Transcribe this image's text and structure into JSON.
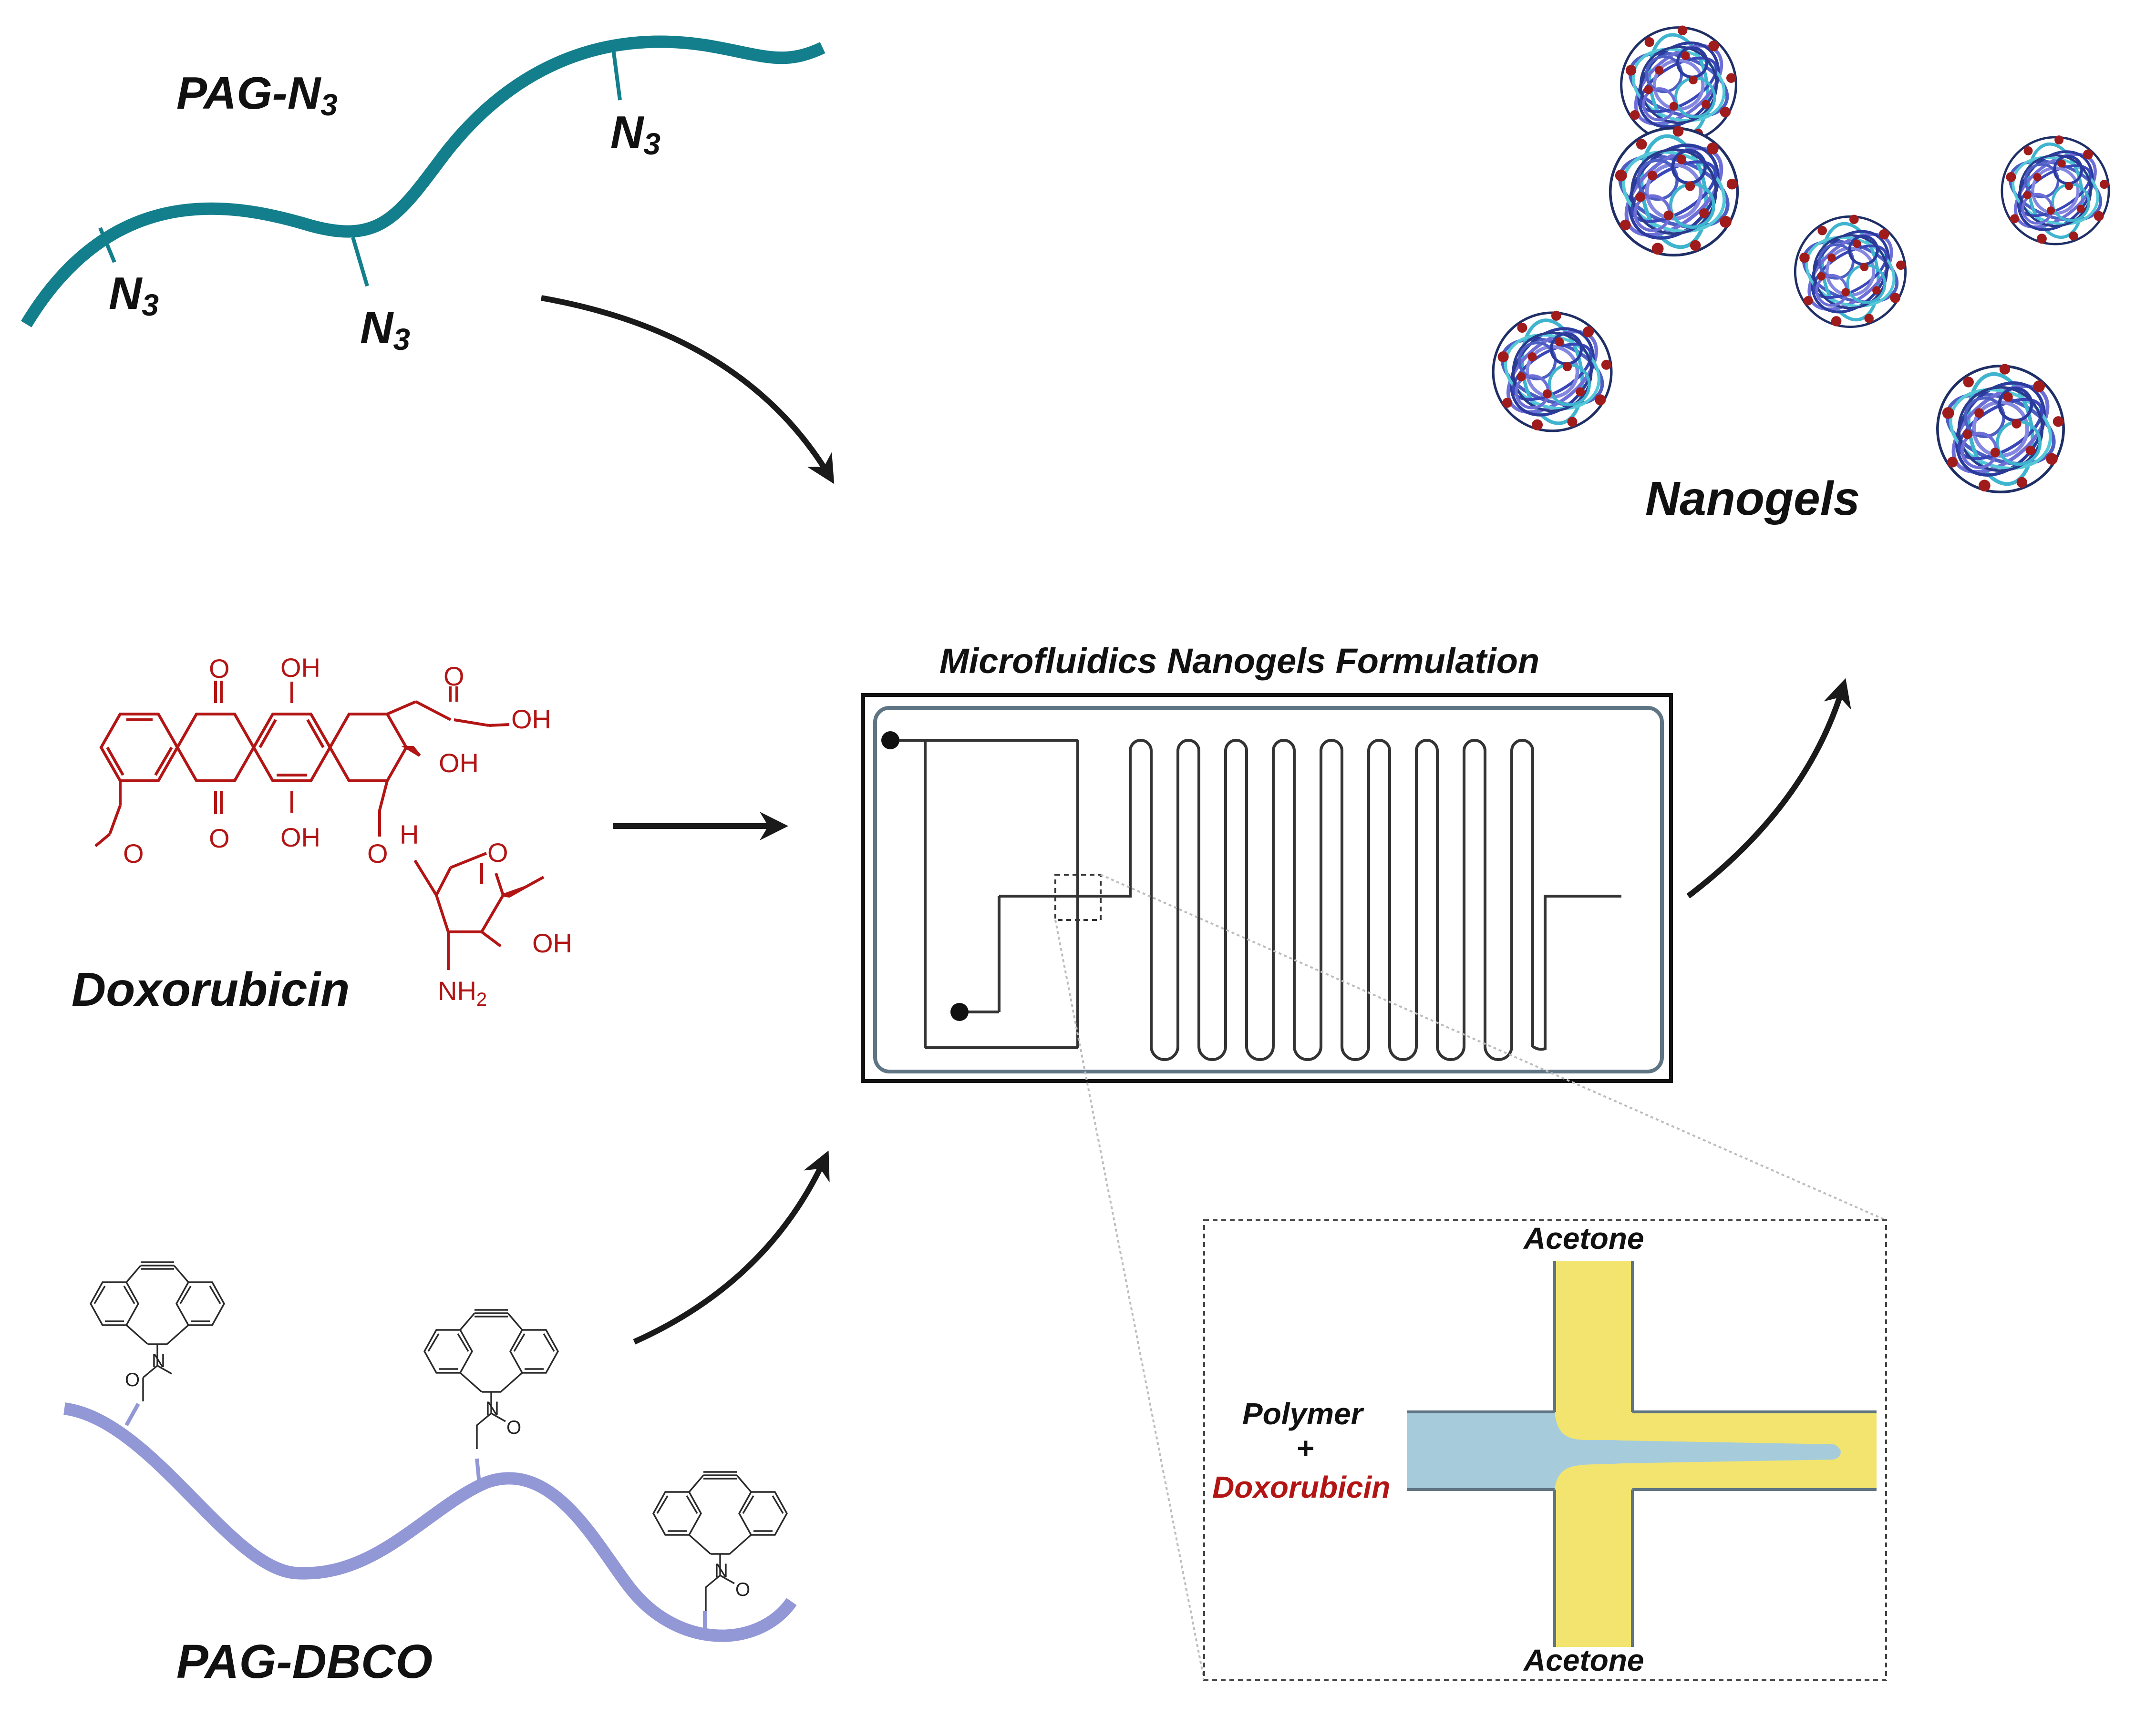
{
  "labels": {
    "pag_n3": "PAG-N",
    "pag_n3_sub": "3",
    "azide": "N",
    "azide_sub": "3",
    "doxorubicin": "Doxorubicin",
    "pag_dbco": "PAG-DBCO",
    "nanogels": "Nanogels",
    "chip_title": "Microfluidics Nanogels Formulation",
    "acetone_top": "Acetone",
    "acetone_bottom": "Acetone",
    "polymer": "Polymer",
    "plus": "+",
    "inset_doxorubicin": "Doxorubicin"
  },
  "chem_labels": {
    "O": "O",
    "OH": "OH",
    "H": "H",
    "NH": "NH",
    "two": "2",
    "N": "N"
  },
  "colors": {
    "teal_polymer": "#147f8c",
    "lavender_polymer": "#9297d6",
    "doxorubicin_red": "#b31515",
    "acetone_yellow": "#f2e46e",
    "polymer_blue": "#a6ccdb",
    "chip_gray": "#607583",
    "nanogel_blue": "#4e5fc4",
    "nanogel_dot": "#a01c1c",
    "arrow": "#1a1a1a"
  },
  "icons": [
    "pag-n3-chain",
    "doxorubicin-structure",
    "pag-dbco-chain",
    "microfluidic-chip",
    "nanogel-particle",
    "flow-focusing-inset"
  ]
}
